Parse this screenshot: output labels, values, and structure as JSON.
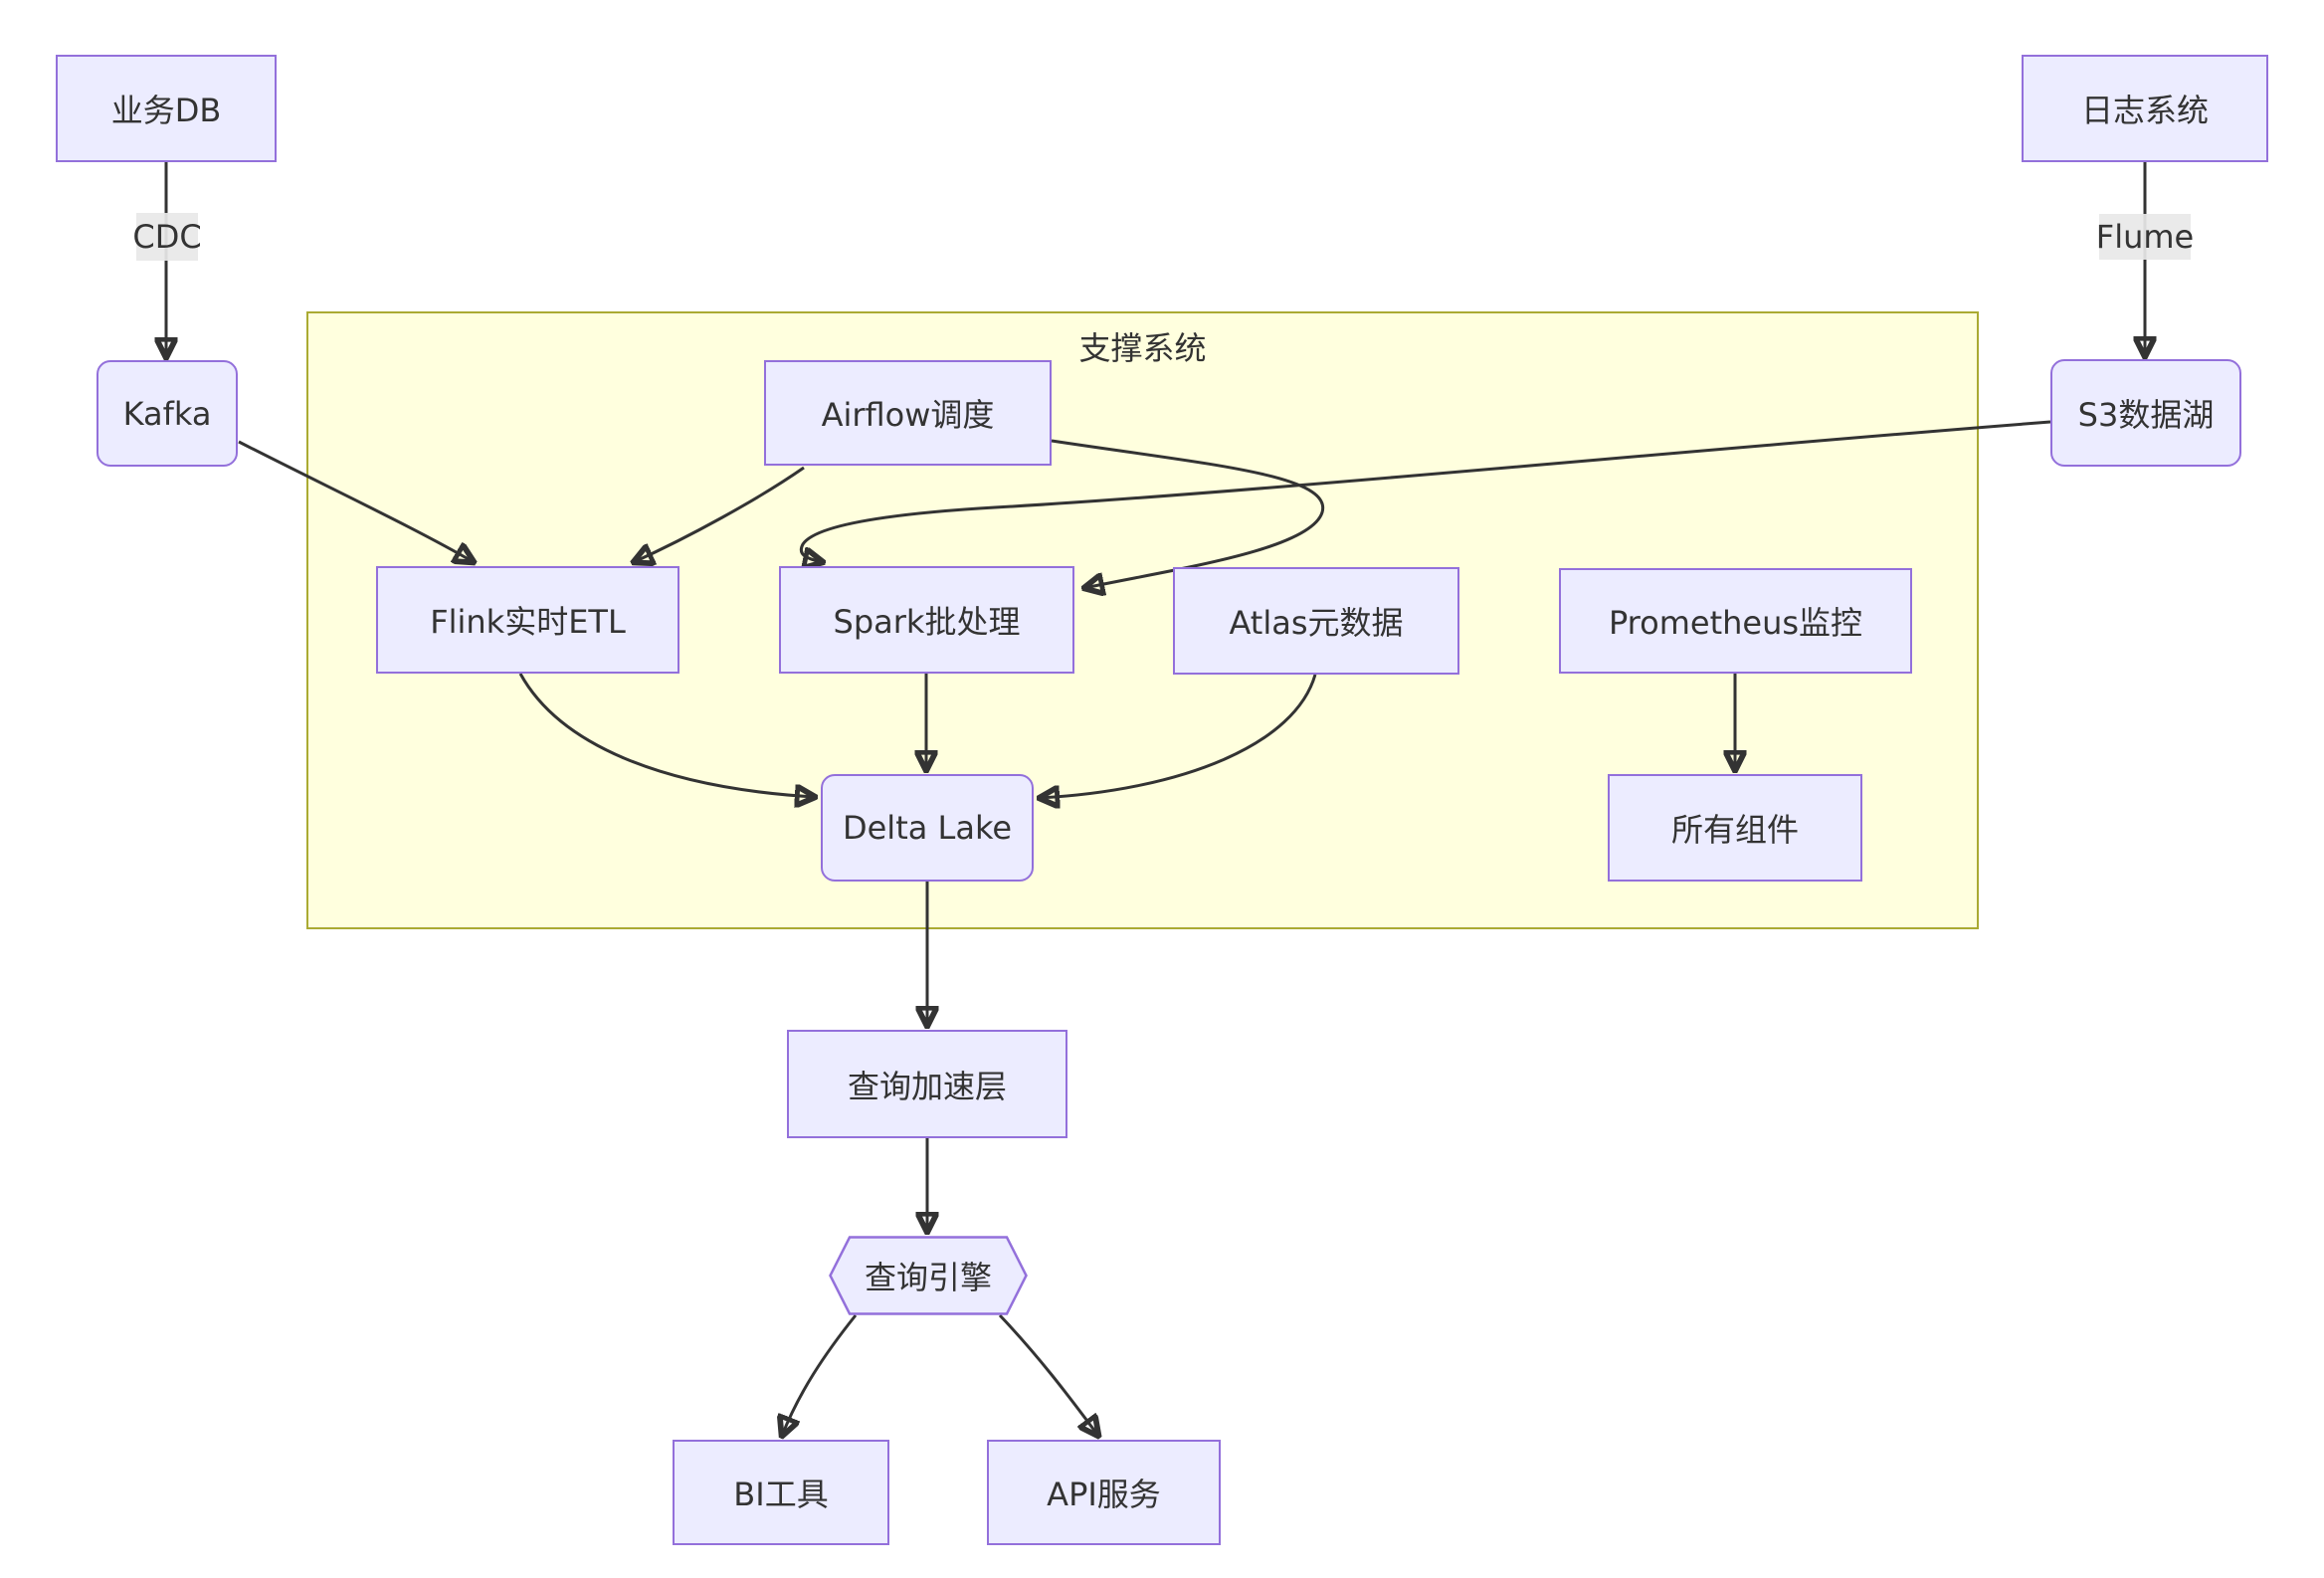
{
  "diagram_type": "flowchart",
  "cluster": {
    "title": "支撑系统"
  },
  "nodes": {
    "biz_db": {
      "label": "业务DB",
      "shape": "rect"
    },
    "log_system": {
      "label": "日志系统",
      "shape": "rect"
    },
    "kafka": {
      "label": "Kafka",
      "shape": "rounded"
    },
    "s3_lake": {
      "label": "S3数据湖",
      "shape": "rounded"
    },
    "airflow": {
      "label": "Airflow调度",
      "shape": "rect"
    },
    "flink": {
      "label": "Flink实时ETL",
      "shape": "rect"
    },
    "spark": {
      "label": "Spark批处理",
      "shape": "rect"
    },
    "atlas": {
      "label": "Atlas元数据",
      "shape": "rect"
    },
    "prometheus": {
      "label": "Prometheus监控",
      "shape": "rect"
    },
    "delta_lake": {
      "label": "Delta Lake",
      "shape": "rounded"
    },
    "all_components": {
      "label": "所有组件",
      "shape": "rect"
    },
    "query_accel": {
      "label": "查询加速层",
      "shape": "rect"
    },
    "query_engine": {
      "label": "查询引擎",
      "shape": "hexagon"
    },
    "bi_tools": {
      "label": "BI工具",
      "shape": "rect"
    },
    "api_service": {
      "label": "API服务",
      "shape": "rect"
    }
  },
  "edge_labels": {
    "cdc": "CDC",
    "flume": "Flume"
  },
  "edges": [
    {
      "from": "业务DB",
      "to": "Kafka",
      "label": "CDC"
    },
    {
      "from": "日志系统",
      "to": "S3数据湖",
      "label": "Flume"
    },
    {
      "from": "Kafka",
      "to": "Flink实时ETL",
      "label": ""
    },
    {
      "from": "Airflow调度",
      "to": "Flink实时ETL",
      "label": ""
    },
    {
      "from": "Airflow调度",
      "to": "Spark批处理",
      "label": ""
    },
    {
      "from": "S3数据湖",
      "to": "Spark批处理",
      "label": ""
    },
    {
      "from": "Flink实时ETL",
      "to": "Delta Lake",
      "label": ""
    },
    {
      "from": "Spark批处理",
      "to": "Delta Lake",
      "label": ""
    },
    {
      "from": "Atlas元数据",
      "to": "Delta Lake",
      "label": ""
    },
    {
      "from": "Prometheus监控",
      "to": "所有组件",
      "label": ""
    },
    {
      "from": "Delta Lake",
      "to": "查询加速层",
      "label": ""
    },
    {
      "from": "查询加速层",
      "to": "查询引擎",
      "label": ""
    },
    {
      "from": "查询引擎",
      "to": "BI工具",
      "label": ""
    },
    {
      "from": "查询引擎",
      "to": "API服务",
      "label": ""
    }
  ],
  "colors": {
    "node_fill": "#ECECFF",
    "node_border": "#9370DB",
    "cluster_fill": "#FFFFDE",
    "cluster_border": "#AAAA33",
    "edge": "#333333",
    "text": "#333333",
    "edge_label_bg": "#E8E8E8",
    "background": "#FFFFFF"
  }
}
